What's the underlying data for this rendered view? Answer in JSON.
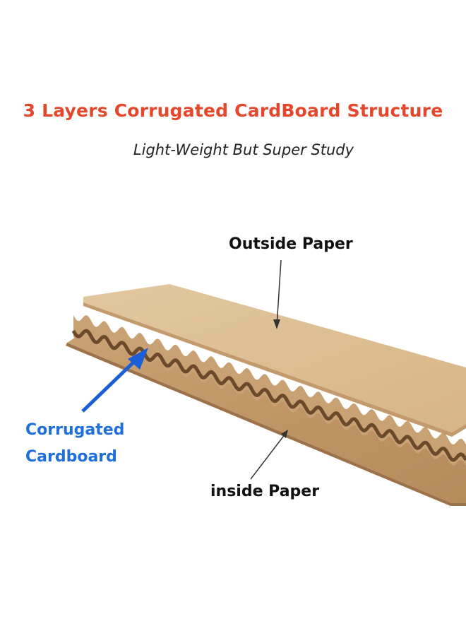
{
  "title": "3 Layers Corrugated CardBoard Structure",
  "subtitle": "Light-Weight But Super Study",
  "labels": {
    "outside_paper": "Outside Paper",
    "inside_paper": "inside Paper",
    "corrugated_line1": "Corrugated",
    "corrugated_line2": "Cardboard"
  },
  "colors": {
    "title": "#e4472b",
    "corrugated_label": "#1e6fd9",
    "arrow_blue": "#1a5fd6",
    "kraft_light": "#dcbf93",
    "kraft_mid": "#c9a274",
    "kraft_dark": "#a77c50",
    "flute_shadow": "#6b4a2c"
  }
}
